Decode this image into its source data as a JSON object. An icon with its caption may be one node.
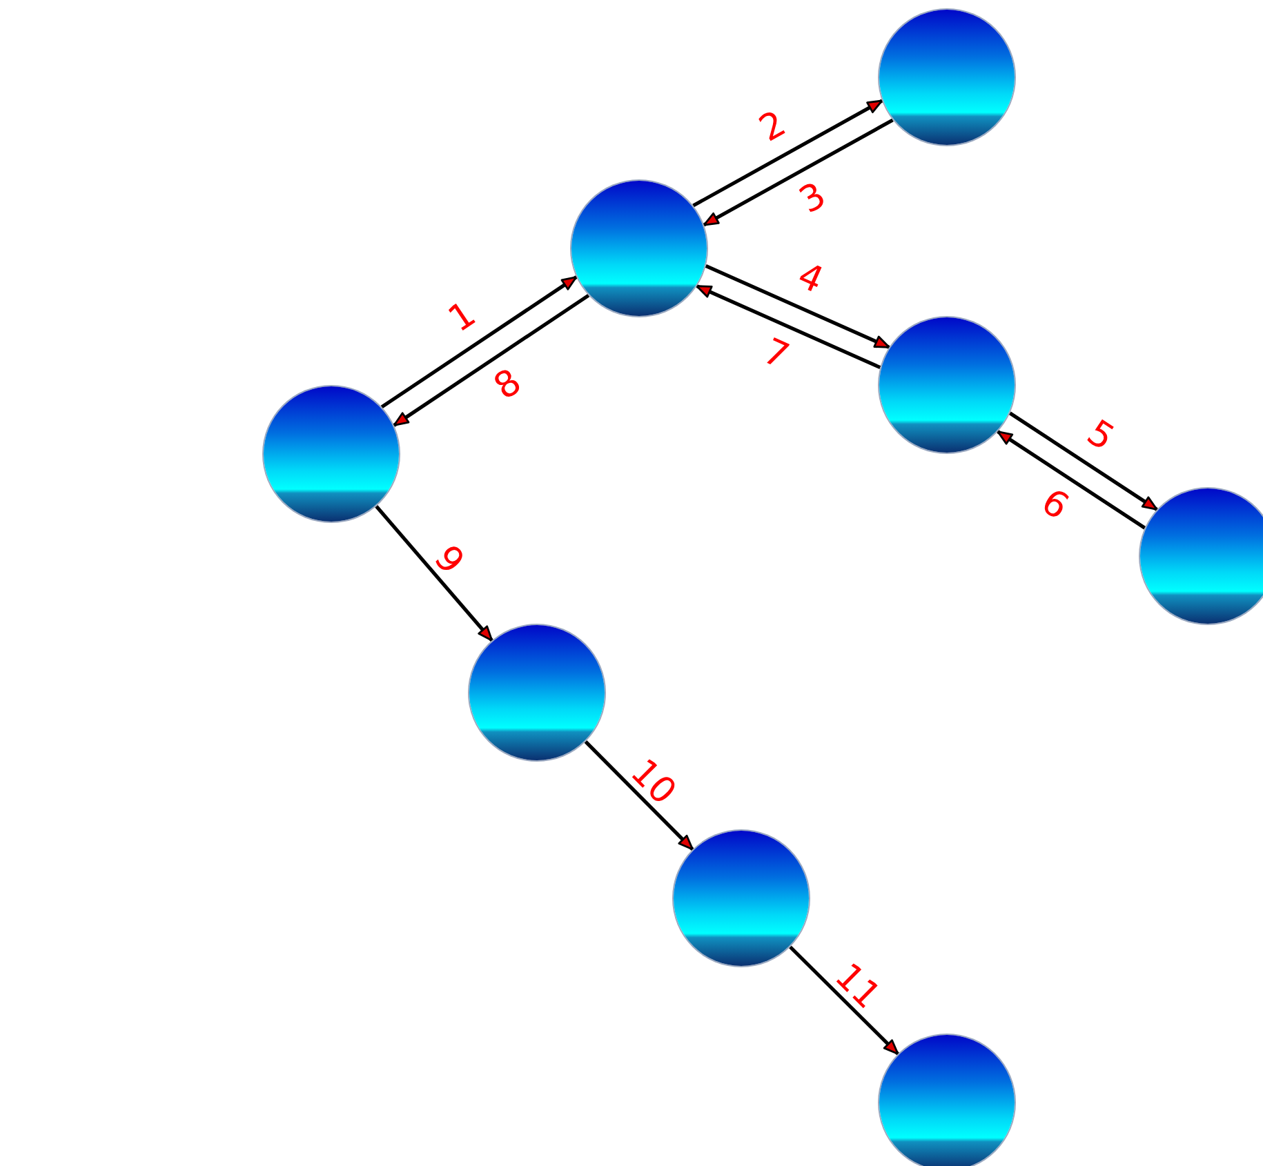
{
  "diagram": {
    "nodes": [
      {
        "text": [],
        "shape": "circle"
      },
      {
        "text": [],
        "shape": "circle"
      },
      {
        "text": [],
        "shape": "circle"
      },
      {
        "text": [],
        "shape": "circle"
      },
      {
        "text": [],
        "shape": "circle"
      },
      {
        "text": [],
        "shape": "circle"
      },
      {
        "text": [],
        "shape": "circle"
      },
      {
        "text": [],
        "shape": "circle"
      }
    ],
    "edges": [
      {
        "from": 3,
        "to": 1,
        "arrow": "to",
        "label": "1"
      },
      {
        "from": 1,
        "to": 0,
        "arrow": "to",
        "label": "2"
      },
      {
        "from": 0,
        "to": 1,
        "arrow": "to",
        "label": "3"
      },
      {
        "from": 1,
        "to": 2,
        "arrow": "to",
        "label": "4"
      },
      {
        "from": 2,
        "to": 4,
        "arrow": "to",
        "label": "5"
      },
      {
        "from": 4,
        "to": 2,
        "arrow": "to",
        "label": "6"
      },
      {
        "from": 2,
        "to": 1,
        "arrow": "to",
        "label": "7"
      },
      {
        "from": 1,
        "to": 3,
        "arrow": "to",
        "label": "8"
      },
      {
        "from": 3,
        "to": 5,
        "arrow": "to",
        "label": "9"
      },
      {
        "from": 5,
        "to": 6,
        "arrow": "to",
        "label": "10"
      },
      {
        "from": 6,
        "to": 7,
        "arrow": "to",
        "label": "11"
      }
    ]
  }
}
